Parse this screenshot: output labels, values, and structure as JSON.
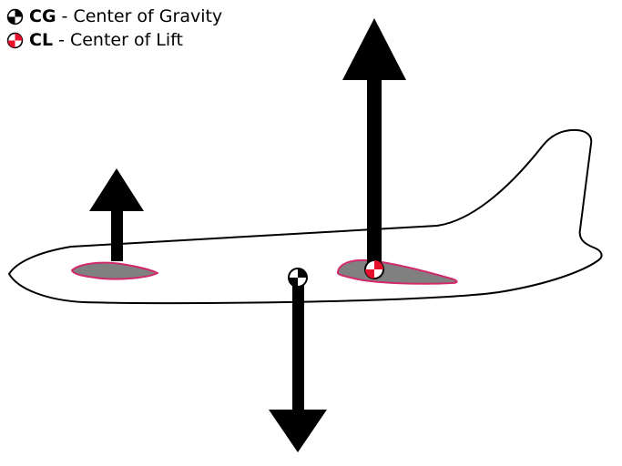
{
  "title": "Airplane center of gravity and center of lift force diagram",
  "legend": {
    "cg": {
      "abbr": "CG",
      "label": "- Center of Gravity"
    },
    "cl": {
      "abbr": "CL",
      "label": "- Center of Lift"
    }
  },
  "colors": {
    "cg_marker": "#000000",
    "cl_marker": "#e8112d",
    "airfoil_fill": "#808080",
    "airfoil_outline": "#d02a6a",
    "arrow": "#000000",
    "aircraft_outline": "#000000",
    "background": "#ffffff"
  },
  "diagram": {
    "markers": [
      {
        "id": "cg",
        "icon": "cg-marker-icon",
        "meaning": "Center of Gravity"
      },
      {
        "id": "cl",
        "icon": "cl-marker-icon",
        "meaning": "Center of Lift"
      }
    ],
    "forces": [
      {
        "name": "main-wing-lift-arrow",
        "direction": "up"
      },
      {
        "name": "forward-lift-arrow",
        "direction": "up"
      },
      {
        "name": "weight-arrow",
        "direction": "down"
      }
    ]
  }
}
